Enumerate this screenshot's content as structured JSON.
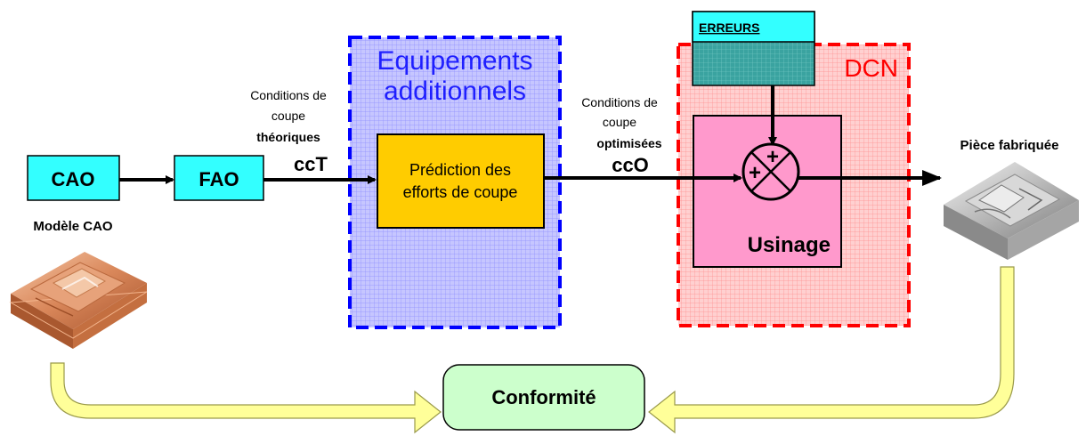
{
  "boxes": {
    "cao": "CAO",
    "fao": "FAO",
    "prediction_line1": "Prédiction des",
    "prediction_line2": "efforts de coupe",
    "erreurs": "ERREURS",
    "usinage": "Usinage",
    "conformite": "Conformité"
  },
  "regions": {
    "equipements_line1": "Equipements",
    "equipements_line2": "additionnels",
    "dcn": "DCN"
  },
  "labels": {
    "ct_line1": "Conditions de",
    "ct_line2": "coupe",
    "ct_line3": "théoriques",
    "cct": "ccT",
    "co_line1": "Conditions de",
    "co_line2": "coupe",
    "co_line3": "optimisées",
    "cco": "ccO",
    "modele_cao": "Modèle CAO",
    "piece_fabriquee": "Pièce fabriquée"
  },
  "summing_junction": {
    "sign_top": "+",
    "sign_left": "+"
  },
  "colors": {
    "box_cyan": "#33ffff",
    "prediction_fill": "#ffcc00",
    "usinage_fill": "#ff99cc",
    "equipements_region": "#9999ff",
    "equipements_border": "#0000ff",
    "dcn_region": "#ff9999",
    "dcn_border": "#ff0000",
    "erreurs_teal": "#339999",
    "conformite_fill": "#ccffcc",
    "feedback_arrow_fill": "#ffff99"
  }
}
